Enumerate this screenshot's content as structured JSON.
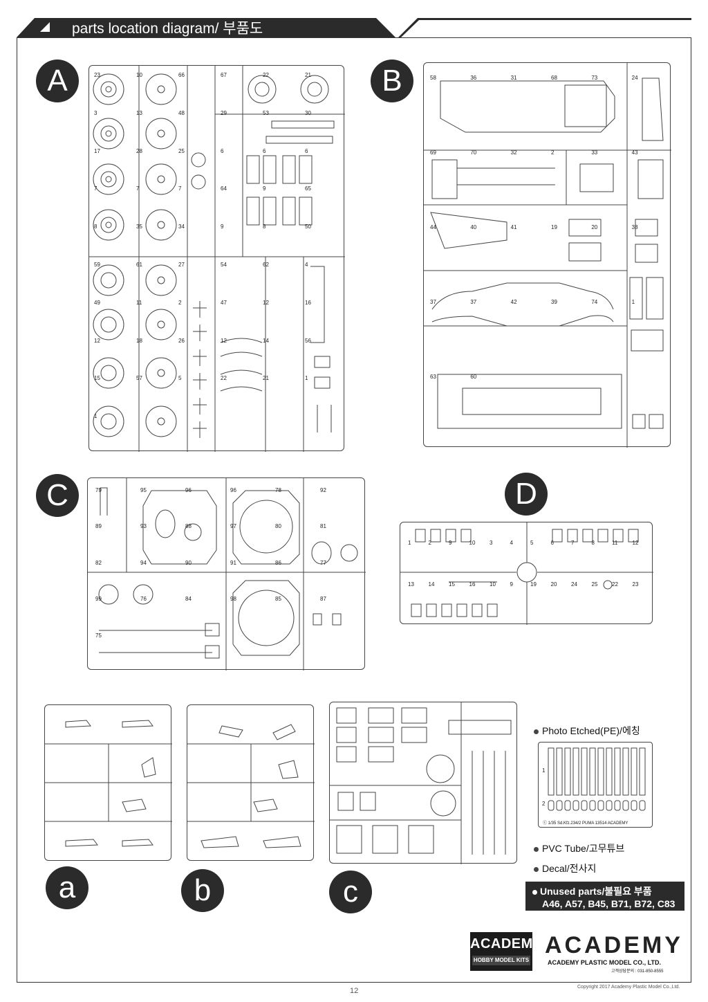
{
  "header": {
    "title": "parts location diagram/ 부품도"
  },
  "sprue_letters": {
    "A": "A",
    "B": "B",
    "C": "C",
    "D": "D",
    "a": "a",
    "b": "b",
    "c": "c"
  },
  "sprue_A_numbers": [
    "23",
    "10",
    "66",
    "67",
    "22",
    "21",
    "3",
    "13",
    "48",
    "29",
    "53",
    "30",
    "17",
    "28",
    "25",
    "6",
    "6",
    "6",
    "7",
    "7",
    "7",
    "64",
    "9",
    "65",
    "8",
    "35",
    "34",
    "9",
    "8",
    "50",
    "59",
    "61",
    "27",
    "54",
    "62",
    "4",
    "49",
    "11",
    "2",
    "47",
    "12",
    "16",
    "12",
    "18",
    "26",
    "12",
    "14",
    "56",
    "15",
    "57",
    "5",
    "22",
    "21",
    "1",
    "1"
  ],
  "sprue_B_numbers": [
    "58",
    "36",
    "31",
    "68",
    "73",
    "24",
    "69",
    "70",
    "32",
    "2",
    "33",
    "43",
    "44",
    "40",
    "41",
    "19",
    "20",
    "38",
    "37",
    "37",
    "42",
    "39",
    "74",
    "1",
    "63",
    "60"
  ],
  "sprue_C_numbers": [
    "79",
    "95",
    "96",
    "96",
    "78",
    "92",
    "89",
    "93",
    "88",
    "97",
    "80",
    "81",
    "82",
    "94",
    "90",
    "91",
    "86",
    "77",
    "99",
    "76",
    "84",
    "98",
    "85",
    "87",
    "75"
  ],
  "sprue_D_numbers": [
    "1",
    "2",
    "9",
    "10",
    "3",
    "4",
    "5",
    "6",
    "7",
    "8",
    "11",
    "12",
    "13",
    "14",
    "15",
    "16",
    "10",
    "9",
    "19",
    "20",
    "24",
    "25",
    "22",
    "23"
  ],
  "legend": {
    "photo_etched": "Photo Etched(PE)/에칭",
    "pvc_tube": "PVC Tube/고무튜브",
    "decal": "Decal/전사지",
    "unused_title": "Unused parts/불필요 부품",
    "unused_list": "A46, A57, B45, B71, B72, C83"
  },
  "pe_sheet": {
    "row1": "1",
    "row2": "2",
    "caption": "ⓒ 1/35 Sd.Kfz.234/2 PUMA 13514 ACADEMY"
  },
  "brand": {
    "badge_top": "ACADEMY",
    "badge_bottom": "HOBBY MODEL KITS",
    "logo": "ACADEMY",
    "company": "ACADEMY PLASTIC MODEL CO., LTD.",
    "phone": "고객상담문의 : 031-850-8555"
  },
  "footer": {
    "page": "12",
    "copyright": "Copyright 2017 Academy Plastic Model Co.,Ltd."
  },
  "colors": {
    "dark": "#2b2b2b",
    "line": "#444444"
  }
}
